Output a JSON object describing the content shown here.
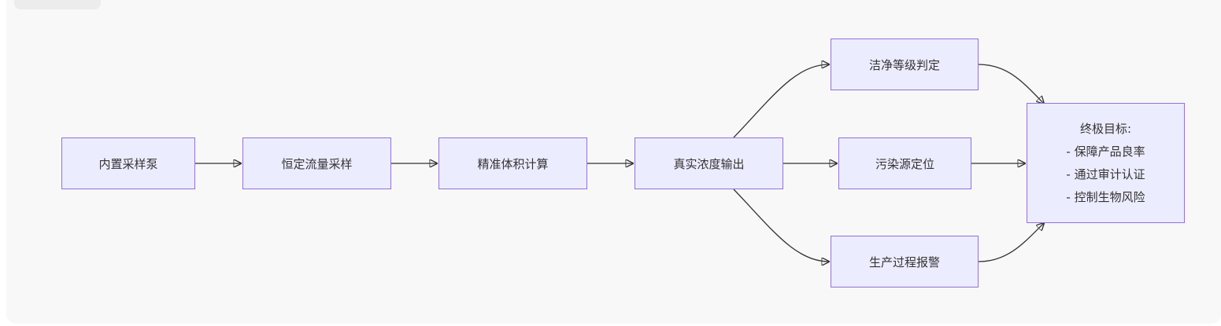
{
  "diagram": {
    "nodes": {
      "pump": "内置采样泵",
      "flow": "恒定流量采样",
      "volume": "精准体积计算",
      "output": "真实浓度输出",
      "grade": "洁净等级判定",
      "source": "污染源定位",
      "alarm": "生产过程报警"
    },
    "goal": {
      "title": "终极目标:",
      "items": [
        "- 保障产品良率",
        "- 通过审计认证",
        "- 控制生物风险"
      ]
    },
    "edges": [
      [
        "pump",
        "flow"
      ],
      [
        "flow",
        "volume"
      ],
      [
        "volume",
        "output"
      ],
      [
        "output",
        "grade"
      ],
      [
        "output",
        "source"
      ],
      [
        "output",
        "alarm"
      ],
      [
        "grade",
        "goal"
      ],
      [
        "source",
        "goal"
      ],
      [
        "alarm",
        "goal"
      ]
    ],
    "colors": {
      "node_fill": "#ececff",
      "node_border": "#9370db",
      "edge": "#333333",
      "background": "#f8f8f8"
    }
  }
}
